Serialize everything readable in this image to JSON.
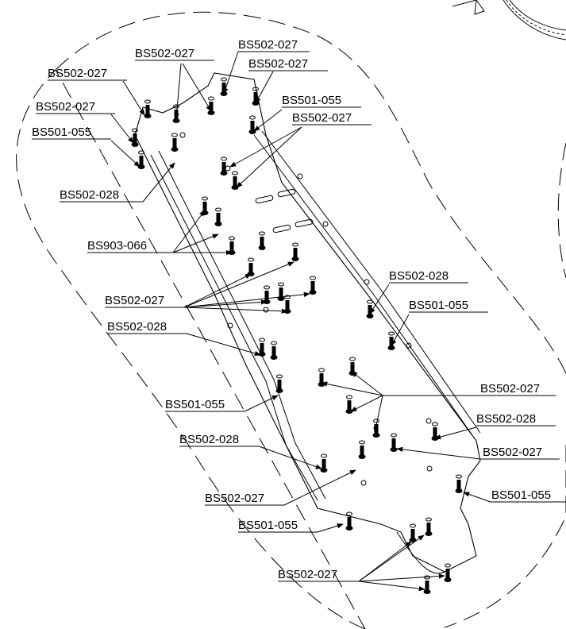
{
  "labels": {
    "l1": "BS502-027",
    "l2": "BS502-027",
    "l3": "BS502-027",
    "l4": "BS502-027",
    "l5": "BS502-027",
    "l6": "BS501-055",
    "l7": "BS501-055",
    "l8": "BS502-027",
    "l9": "BS502-028",
    "l10": "BS903-066",
    "l11": "BS502-028",
    "l12": "BS502-027",
    "l13": "BS501-055",
    "l14": "BS502-028",
    "l15": "BS502-027",
    "l16": "BS501-055",
    "l17": "BS502-028",
    "l18": "BS502-028",
    "l19": "BS502-027",
    "l20": "BS502-027",
    "l21": "BS501-055",
    "l22": "BS501-055",
    "l23": "BS502-027"
  }
}
